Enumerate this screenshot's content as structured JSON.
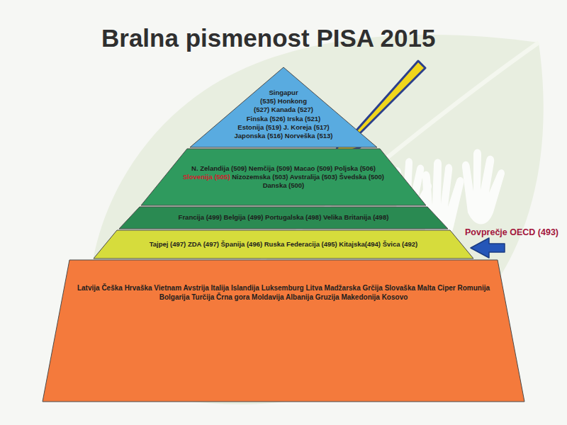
{
  "diagram": {
    "title": "Bralna pismenost PISA 2015",
    "nodes": [
      {
        "text": [
          "Singapur (535) Honkong (527) Kanada (527) Finska (526) Irska (521) Estonija (519) J. Koreja (517) Japonska (516) Norveška (513)"
        ]
      },
      {
        "text": [
          "N. Zelandija (509) Nemčija (509) Macao (509) Poljska (506)",
          "Slovenija (505)",
          "Nizozemska (503) Avstralija (503) Švedska (500) Danska (500)"
        ]
      },
      {
        "text": [
          "Francija (499) Belgija (499) Portugalska (498) Velika Britanija (498)"
        ]
      },
      {
        "text": [
          "Tajpej (497) ZDA (497) Španija (496) Ruska Federacija (495) Kitajska(494) Švica (492)"
        ]
      },
      {
        "text": [
          "Latvija Češka Hrvaška Vietnam Avstrija Italija Islandija Luksemburg Litva Madžarska Grčija Slovaška Malta Ciper Romunija Bolgarija Turčija Črna gora Moldavija Albanija Gruzija Makedonija Kosovo"
        ]
      }
    ],
    "labels": [
      "Povprečje OECD (493)"
    ]
  }
}
